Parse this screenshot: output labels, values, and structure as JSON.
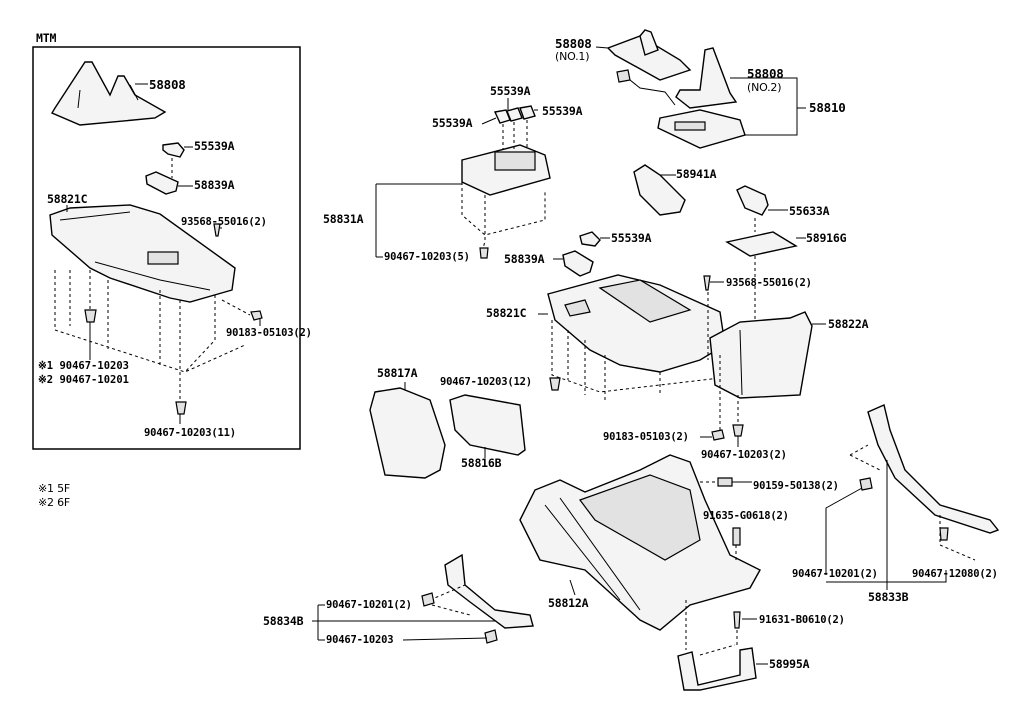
{
  "diagram": {
    "title": "Console box exploded parts diagram",
    "inset": {
      "title": "MTM",
      "labels": {
        "boot": "58808",
        "cap": "55539A",
        "tray": "58839A",
        "panel": "58821C",
        "screw": "93568-55016(2)",
        "clip_small": "90183-05103(2)",
        "note1_part": "90467-10203",
        "note2_part": "90467-10201",
        "clip_bottom": "90467-10203(11)"
      },
      "note_marks": [
        "※1",
        "※2"
      ]
    },
    "notes": [
      {
        "mark": "※1",
        "text": "5F"
      },
      {
        "mark": "※2",
        "text": "6F"
      }
    ],
    "labels": {
      "boot_no1": "58808",
      "boot_no1_sub": "(NO.1)",
      "boot_no2": "58808",
      "boot_no2_sub": "(NO.2)",
      "shifter_assy": "58810",
      "cap_top": "55539A",
      "cap_left": "55539A",
      "cap_right": "55539A",
      "switch_panel": "58831A",
      "switch_clip": "90467-10203(5)",
      "knob_cover": "58941A",
      "hinge": "55633A",
      "mat": "58916G",
      "cap_mid": "55539A",
      "tray_mid": "58839A",
      "screw_mid": "93568-55016(2)",
      "panel_mid": "58821C",
      "box_rear": "58822A",
      "side_pad": "58817A",
      "clip_12": "90467-10203(12)",
      "pocket": "58816B",
      "clip_small_mid": "90183-05103(2)",
      "clip_rear": "90467-10203(2)",
      "bolt": "90159-50138(2)",
      "nut": "91635-G0618(2)",
      "console_body": "58812A",
      "screw_bottom": "91631-B0610(2)",
      "bracket": "58995A",
      "side_panel_right": "58833B",
      "clip_right_a": "90467-10201(2)",
      "clip_right_b": "90467-12080(2)",
      "side_panel_left": "58834B",
      "clip_left_a": "90467-10201(2)",
      "clip_left_b": "90467-10203"
    }
  }
}
